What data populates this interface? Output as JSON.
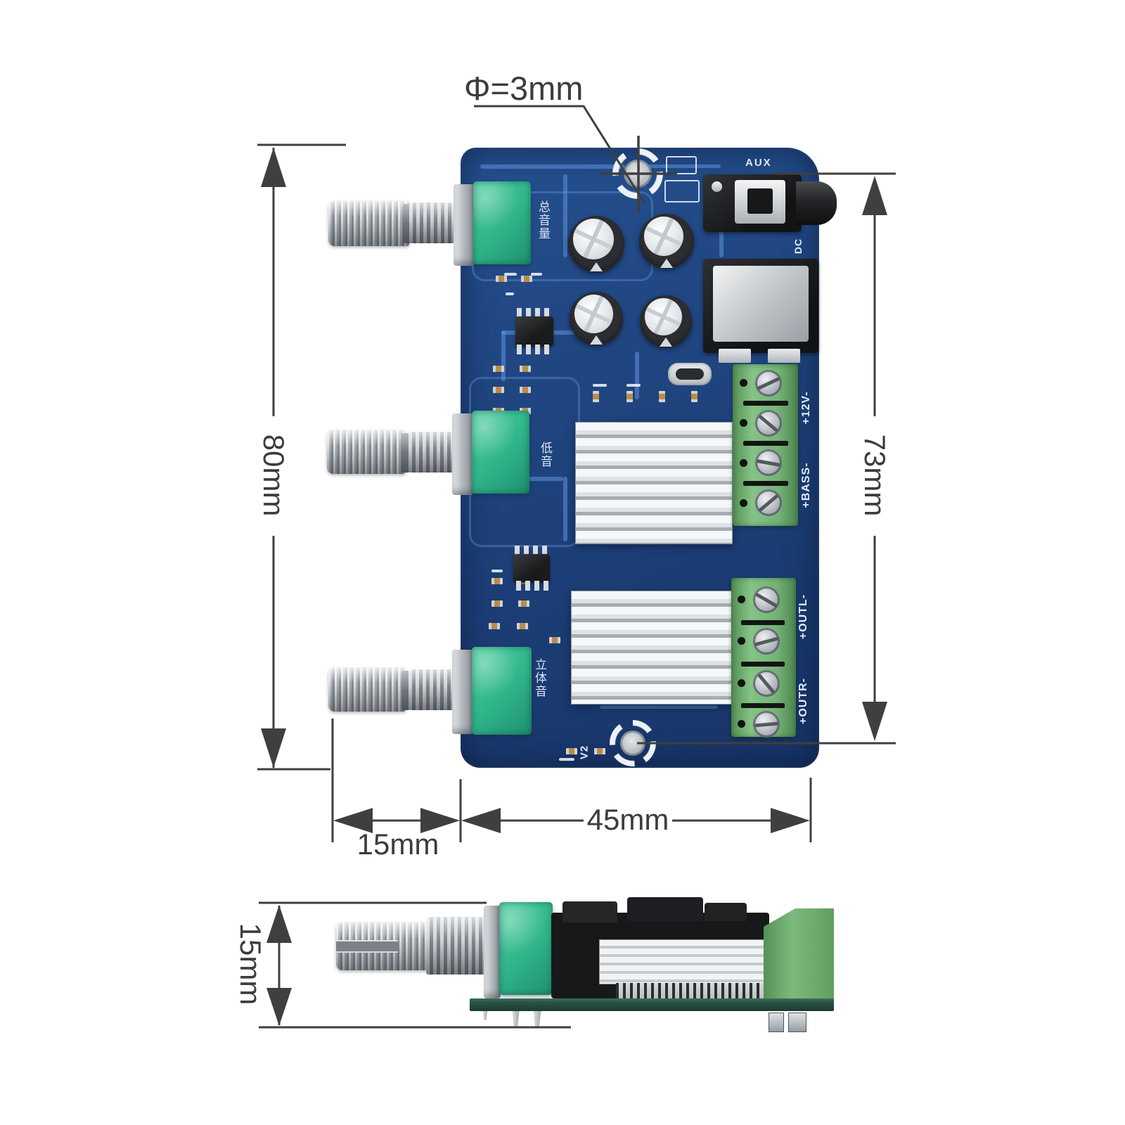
{
  "annotations": {
    "hole_diameter_label": "Φ=3mm",
    "board_height_label": "80mm",
    "hole_pitch_label": "73mm",
    "knob_depth_label": "15mm",
    "board_width_label": "45mm",
    "board_thickness_label": "15mm"
  },
  "silkscreen": {
    "aux": "AUX",
    "dc": "DC",
    "version": "V2",
    "power_terminal": "+12V-",
    "bass_terminal": "+BASS-",
    "out_left_terminal": "+OUTL-",
    "out_right_terminal": "+OUTR-",
    "knob_volume": "总音量",
    "knob_bass": "低音",
    "knob_stereo": "立体音"
  },
  "colors": {
    "background": "#ffffff",
    "board_blue": "#1d4079",
    "trace_blue": "#6092de",
    "pot_green": "#2fb389",
    "terminal_green": "#74b375",
    "heatsink_silver": "#e8eaec",
    "side_pcb_green": "#2b5446",
    "dimension_gray": "#3c3c3c"
  }
}
